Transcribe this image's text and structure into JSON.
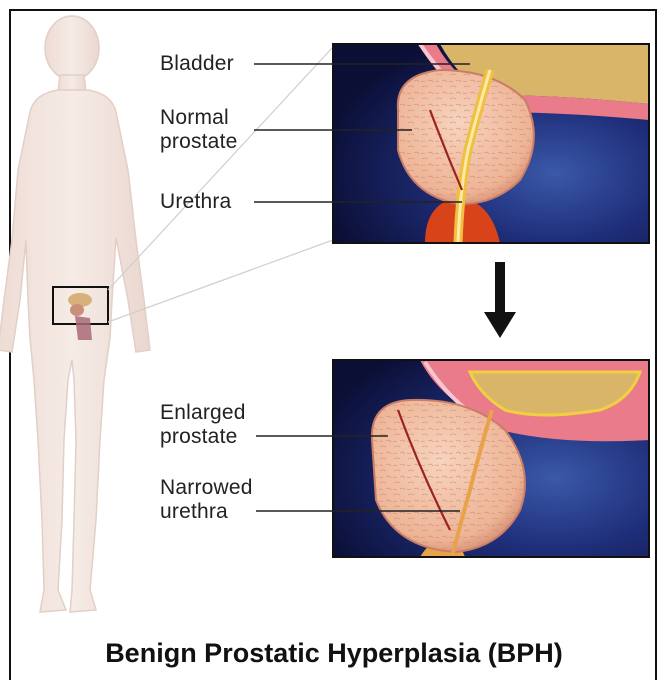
{
  "title": "Benign Prostatic Hyperplasia (BPH)",
  "labels": {
    "bladder": "Bladder",
    "normal_prostate_1": "Normal",
    "normal_prostate_2": "prostate",
    "urethra": "Urethra",
    "enlarged_prostate_1": "Enlarged",
    "enlarged_prostate_2": "prostate",
    "narrowed_urethra_1": "Narrowed",
    "narrowed_urethra_2": "urethra"
  },
  "colors": {
    "panel_background": "#1a1f5c",
    "bladder": "#d9b56a",
    "bladder_wall": "#e97b8a",
    "prostate": "#f3c2a6",
    "urethra": "#e8a24a",
    "body": "#f3e6e0"
  }
}
